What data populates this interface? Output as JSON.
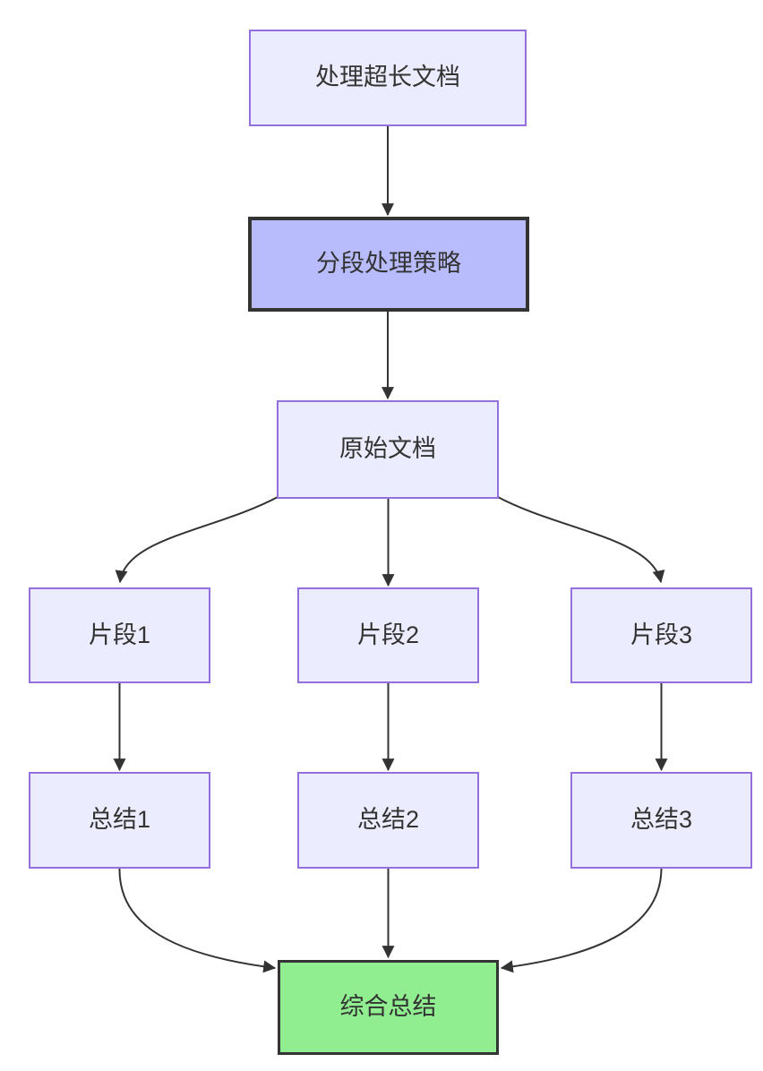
{
  "diagram": {
    "type": "flowchart",
    "direction": "top-down",
    "nodes": [
      {
        "id": "A",
        "label": "处理超长文档",
        "style": "default"
      },
      {
        "id": "B",
        "label": "分段处理策略",
        "style": "strategy"
      },
      {
        "id": "C",
        "label": "原始文档",
        "style": "default"
      },
      {
        "id": "D1",
        "label": "片段1",
        "style": "default"
      },
      {
        "id": "D2",
        "label": "片段2",
        "style": "default"
      },
      {
        "id": "D3",
        "label": "片段3",
        "style": "default"
      },
      {
        "id": "E1",
        "label": "总结1",
        "style": "default"
      },
      {
        "id": "E2",
        "label": "总结2",
        "style": "default"
      },
      {
        "id": "E3",
        "label": "总结3",
        "style": "default"
      },
      {
        "id": "F",
        "label": "综合总结",
        "style": "result"
      }
    ],
    "edges": [
      {
        "from": "处理超长文档",
        "to": "分段处理策略"
      },
      {
        "from": "分段处理策略",
        "to": "原始文档"
      },
      {
        "from": "原始文档",
        "to": "片段1"
      },
      {
        "from": "原始文档",
        "to": "片段2"
      },
      {
        "from": "原始文档",
        "to": "片段3"
      },
      {
        "from": "片段1",
        "to": "总结1"
      },
      {
        "from": "片段2",
        "to": "总结2"
      },
      {
        "from": "片段3",
        "to": "总结3"
      },
      {
        "from": "总结1",
        "to": "综合总结"
      },
      {
        "from": "总结2",
        "to": "综合总结"
      },
      {
        "from": "总结3",
        "to": "综合总结"
      }
    ],
    "colors": {
      "node_fill": "#ECECFF",
      "node_border": "#9370DB",
      "strategy_fill": "#b8bcfc",
      "strategy_border": "#333333",
      "result_fill": "#90EE90",
      "result_border": "#333333",
      "edge_color": "#333333",
      "text_color": "#333333",
      "background": "#ffffff"
    }
  }
}
